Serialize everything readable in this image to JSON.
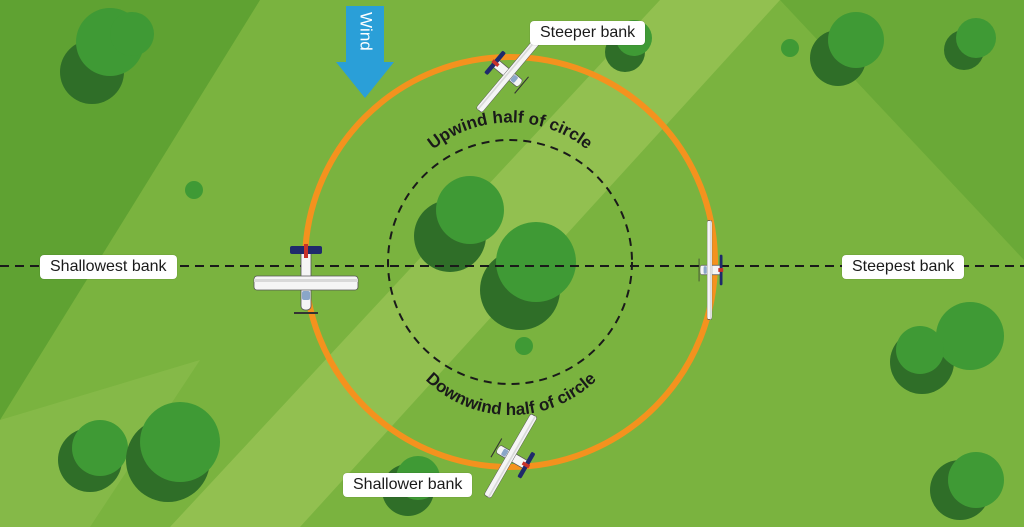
{
  "labels": {
    "wind": "Wind",
    "steeper_bank": "Steeper bank",
    "steepest_bank": "Steepest bank",
    "shallowest_bank": "Shallowest bank",
    "shallower_bank": "Shallower bank",
    "upwind_half": "Upwind half of circle",
    "downwind_half": "Downwind half of circle"
  },
  "colors": {
    "grass_dark": "#5fa232",
    "grass_mid": "#7ab33f",
    "grass_light": "#9cc659",
    "tree": "#3f9a35",
    "tree_shadow": "#2f6e28",
    "circle_orange": "#f4921e",
    "wind_arrow": "#2a9fd8",
    "plane_white": "#f5f5f5",
    "plane_navy": "#1f2a6b",
    "plane_accent": "#c8312a"
  },
  "icons": {
    "wind_arrow": "arrow-down-icon",
    "airplane": "airplane-icon"
  }
}
